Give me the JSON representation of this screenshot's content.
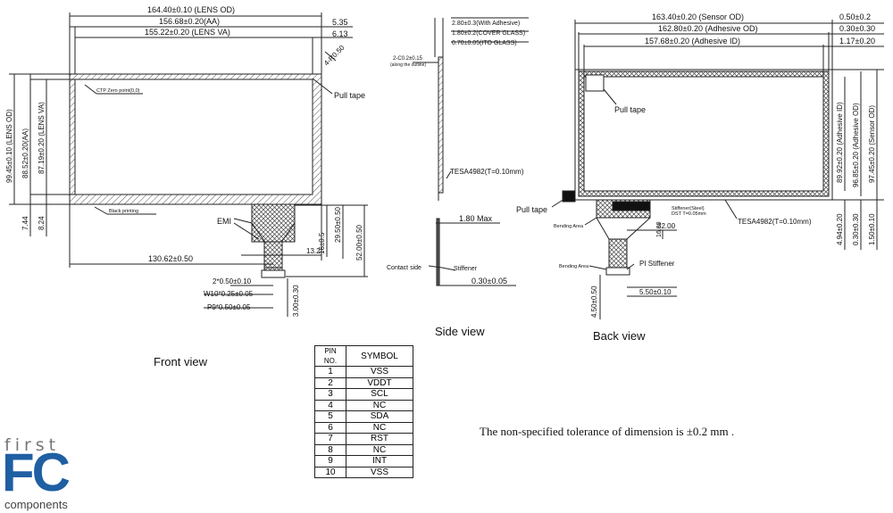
{
  "views": {
    "front": "Front view",
    "side": "Side view",
    "back": "Back view"
  },
  "front": {
    "dim_lens_od": "164.40±0.10 (LENS OD)",
    "dim_aa": "156.68±0.20(AA)",
    "dim_lens_va": "155.22±0.20 (LENS VA)",
    "dim_5_35": "5.35",
    "dim_6_13": "6.13",
    "dim_r050": "4-R0.50",
    "ctp_zero": "CTP Zero point(0,0)",
    "pull_tape": "Pull tape",
    "black_printing": "Black printing",
    "emi": "EMI",
    "dim_h_lens_od": "99.45±0.10 (LENS OD)",
    "dim_h_aa": "88.52±0.20(AA)",
    "dim_h_lens_va": "87.19±0.20 (LENS VA)",
    "dim_7_44": "7.44",
    "dim_8_24": "8.24",
    "dim_130": "130.62±0.50",
    "dim_13": "13.2",
    "dim_16": "16±0.5",
    "dim_29": "29.50±0.50",
    "dim_52": "52.00±0.50",
    "dim_pitch": "2*0.50±0.10",
    "dim_w10": "W10*0.25±0.05",
    "dim_p9": "P9*0.50±0.05",
    "dim_3_00": "3.00±0.30"
  },
  "side": {
    "dim_total": "2.80±0.3(With Adhesive)",
    "dim_cover": "1.80±0.2(COVER GLASS)",
    "dim_ito": "0.70±0.05(ITO GLASS)",
    "dim_chamfer": "2-C0.2±0.15",
    "chamfer_note": "(along the outline)",
    "tesa": "TESA4982(T=0.10mm)",
    "dim_max": "1.80 Max",
    "contact_side": "Contact side",
    "stiffener": "Stiffener",
    "dim_0_30": "0.30±0.05"
  },
  "back": {
    "dim_sensor_od": "163.40±0.20 (Sensor OD)",
    "dim_adh_od": "162.80±0.20 (Adhesive OD)",
    "dim_adh_id": "157.68±0.20 (Adhesive ID)",
    "dim_0_50": "0.50±0.2",
    "dim_0_30": "0.30±0.30",
    "dim_1_17": "1.17±0.20",
    "pull_tape_inner": "Pull tape",
    "pull_tape_outer": "Pull tape",
    "stiffener_steel": "Stiffener(Steel)",
    "dst": "DST T=0.05mm",
    "tesa": "TESA4982(T=0.10mm)",
    "bending_area_1": "Bending Area",
    "bending_area_2": "Bending Area",
    "dim_32": "32.00",
    "dim_16_80": "16.80",
    "pi_stiffener": "PI Stiffener",
    "dim_5_50": "5.50±0.10",
    "dim_4_50": "4.50±0.50",
    "dim_v_adh_id": "89.92±0.20 (Adhesive ID)",
    "dim_v_adh_od": "96.85±0.20 (Adhesive OD)",
    "dim_v_sensor_od": "97.45±0.20 (Sensor OD)",
    "dim_4_94": "4.94±0.20",
    "dim_v_0_30": "0.30±0.30",
    "dim_v_1_50": "1.50±0.10"
  },
  "pin_table": {
    "headers": [
      "PIN NO.",
      "SYMBOL"
    ],
    "rows": [
      [
        "1",
        "VSS"
      ],
      [
        "2",
        "VDDT"
      ],
      [
        "3",
        "SCL"
      ],
      [
        "4",
        "NC"
      ],
      [
        "5",
        "SDA"
      ],
      [
        "6",
        "NC"
      ],
      [
        "7",
        "RST"
      ],
      [
        "8",
        "NC"
      ],
      [
        "9",
        "INT"
      ],
      [
        "10",
        "VSS"
      ]
    ]
  },
  "note": "The non-specified tolerance of dimension is ±0.2 mm .",
  "logo": {
    "first": "first",
    "fc": "FC",
    "components": "components"
  }
}
